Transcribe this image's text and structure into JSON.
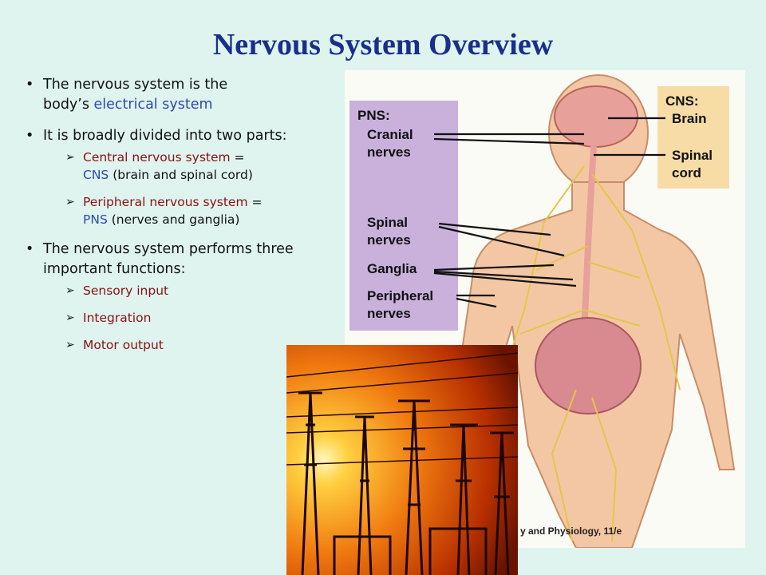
{
  "title": "Nervous System Overview",
  "bullets": {
    "b1_line1": "The nervous system is the",
    "b1_line2_pre": "body’s ",
    "b1_line2_hl": "electrical system",
    "b2": "It is broadly divided into two parts:",
    "b2_sub1_term": "Central nervous system",
    "b2_sub1_eq": " = ",
    "b2_sub1_abbr": "CNS",
    "b2_sub1_desc": " (brain and spinal cord)",
    "b2_sub2_term": "Peripheral nervous system",
    "b2_sub2_eq": " = ",
    "b2_sub2_abbr": "PNS",
    "b2_sub2_desc": " (nerves and ganglia)",
    "b3": "The nervous system performs three important functions:",
    "functions": [
      "Sensory input",
      "Integration",
      "Motor output"
    ]
  },
  "figure": {
    "pns_heading": "PNS:",
    "pns_labels": [
      "Cranial",
      "nerves",
      "Spinal",
      "nerves",
      "Ganglia",
      "Peripheral",
      "nerves"
    ],
    "cns_heading": "CNS:",
    "cns_labels": [
      "Brain",
      "Spinal",
      "cord"
    ],
    "credit": "y and Physiology, 11/e"
  },
  "colors": {
    "background": "#dff4ef",
    "title": "#1a2f8c",
    "highlight_blue": "#2c4aa8",
    "highlight_red": "#8a1010",
    "pns_box": "#c9b1dc",
    "cns_box": "#f7dca6",
    "nerve": "#e3c64a"
  }
}
